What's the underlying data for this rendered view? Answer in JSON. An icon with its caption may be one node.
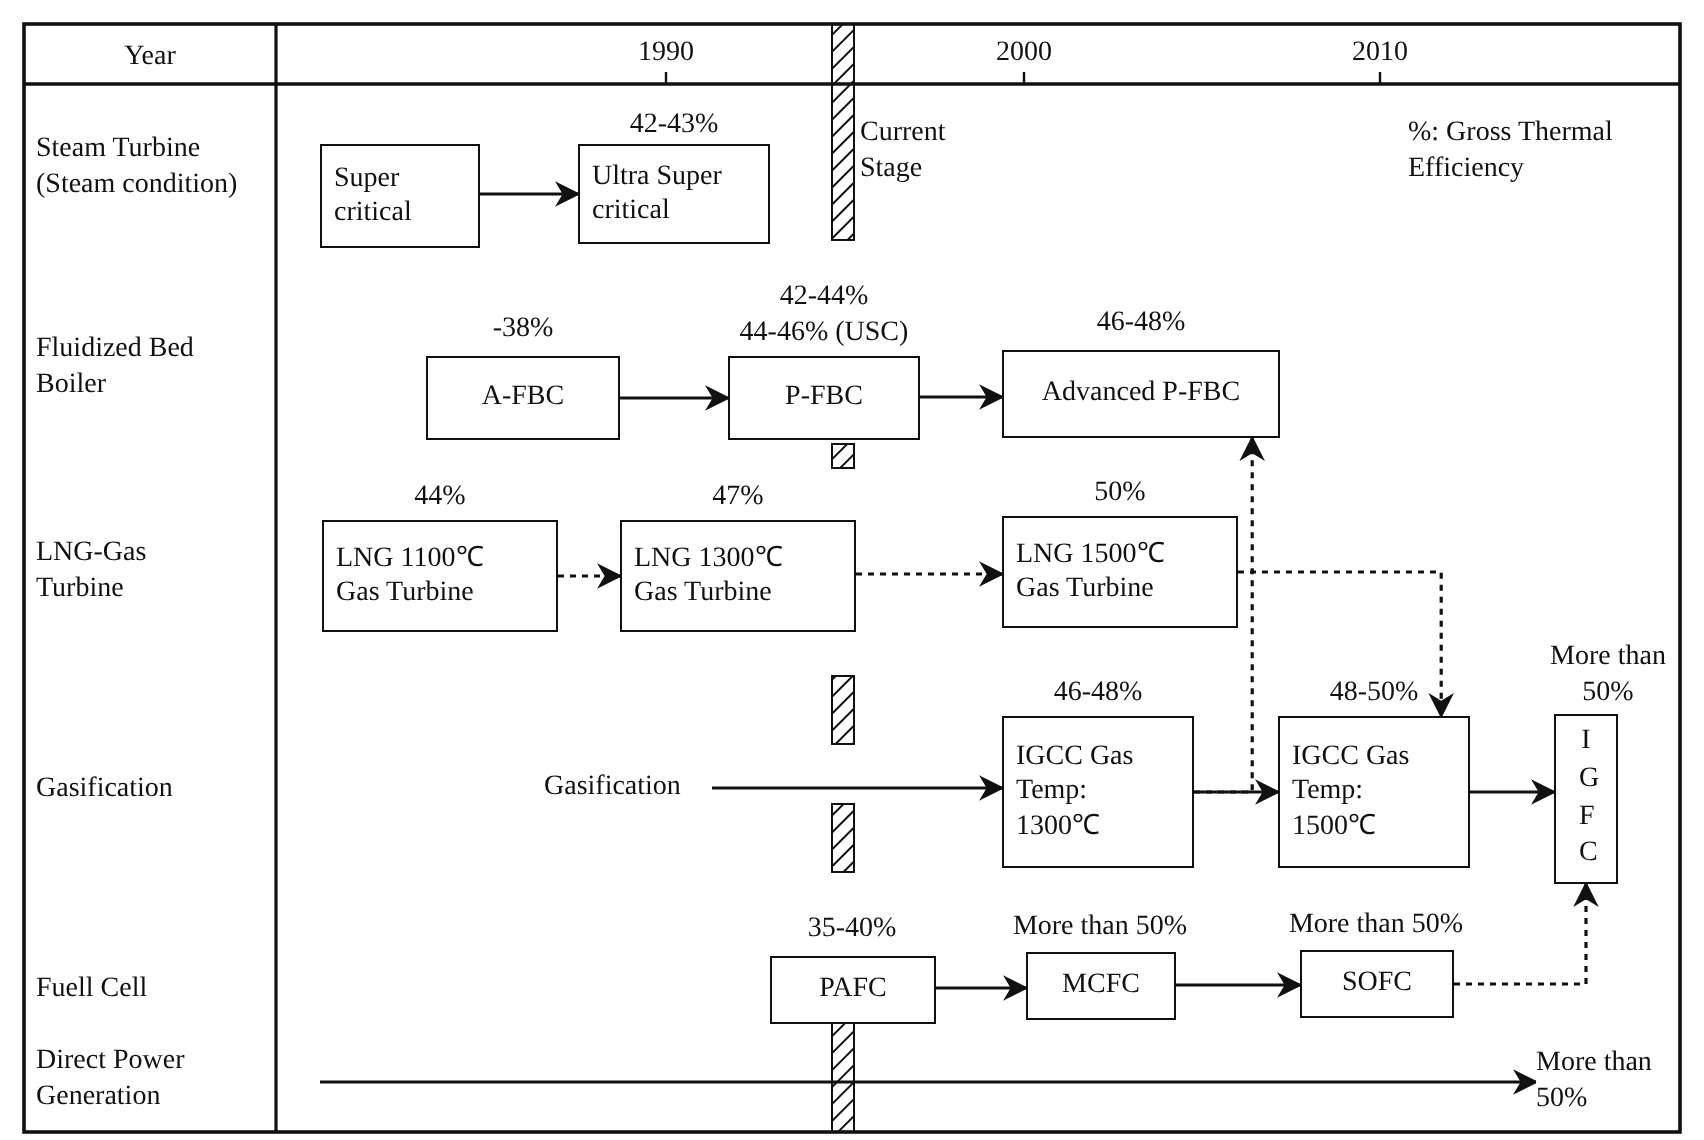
{
  "diagram": {
    "nodes": [
      {
        "text": [
          "Super critical"
        ]
      },
      {
        "text": [
          "Ultra Super critical"
        ],
        "beside": [
          "42-43%"
        ]
      },
      {
        "text": [
          "A-FBC"
        ],
        "beside": [
          "-38%"
        ]
      },
      {
        "text": [
          "P-FBC"
        ],
        "beside": [
          "42-44% 44-46% (USC)"
        ]
      },
      {
        "text": [
          "Advanced P-FBC"
        ],
        "beside": [
          "46-48%"
        ]
      },
      {
        "text": [
          "LNG 1100℃ Gas Turbine"
        ],
        "beside": [
          "44%"
        ]
      },
      {
        "text": [
          "LNG 1300℃ Gas Turbine"
        ],
        "beside": [
          "47%"
        ]
      },
      {
        "text": [
          "LNG 1500℃ Gas Turbine"
        ],
        "beside": [
          "50%"
        ]
      },
      {
        "text": [
          "Gasification"
        ]
      },
      {
        "text": [
          "IGCC Gas Temp: 1300℃"
        ],
        "beside": [
          "46-48%"
        ]
      },
      {
        "text": [
          "IGCC Gas Temp: 1500℃"
        ],
        "beside": [
          "48-50%"
        ]
      },
      {
        "text": [
          "IGFC"
        ],
        "beside": [
          "More than 50%"
        ]
      },
      {
        "text": [
          "PAFC"
        ],
        "beside": [
          "35-40%"
        ]
      },
      {
        "text": [
          "MCFC"
        ],
        "beside": [
          "More than 50%"
        ]
      },
      {
        "text": [
          "SOFC"
        ],
        "beside": [
          "More than 50%"
        ]
      },
      {
        "text": [
          "More than 50%"
        ]
      }
    ],
    "edges": [
      {
        "from": 0,
        "to": 1,
        "arrow": "to"
      },
      {
        "from": 2,
        "to": 3,
        "arrow": "to"
      },
      {
        "from": 3,
        "to": 4,
        "arrow": "to"
      },
      {
        "from": 5,
        "to": 6,
        "arrow": "to",
        "style": "dashed"
      },
      {
        "from": 6,
        "to": 7,
        "arrow": "to",
        "style": "dashed"
      },
      {
        "from": 7,
        "to": 10,
        "arrow": "to",
        "style": "dashed"
      },
      {
        "from": 9,
        "to": 4,
        "arrow": "to",
        "style": "dashed"
      },
      {
        "from": 8,
        "to": 9,
        "arrow": "to"
      },
      {
        "from": 9,
        "to": 10,
        "arrow": "to"
      },
      {
        "from": 10,
        "to": 11,
        "arrow": "to"
      },
      {
        "from": 12,
        "to": 13,
        "arrow": "to"
      },
      {
        "from": 13,
        "to": 14,
        "arrow": "to"
      },
      {
        "from": 14,
        "to": 11,
        "arrow": "to",
        "style": "dashed"
      },
      {
        "from": null,
        "to": 15,
        "arrow": "to"
      }
    ],
    "labels": [
      "Year",
      "1990",
      "2000",
      "2010",
      "Steam Turbine (Steam condition)",
      "Current Stage",
      "%: Gross Thermal Efficiency",
      "Fluidized Bed Boiler",
      "LNG-Gas Turbine",
      "Gasification",
      "Fuell Cell",
      "Direct Power Generation"
    ]
  }
}
